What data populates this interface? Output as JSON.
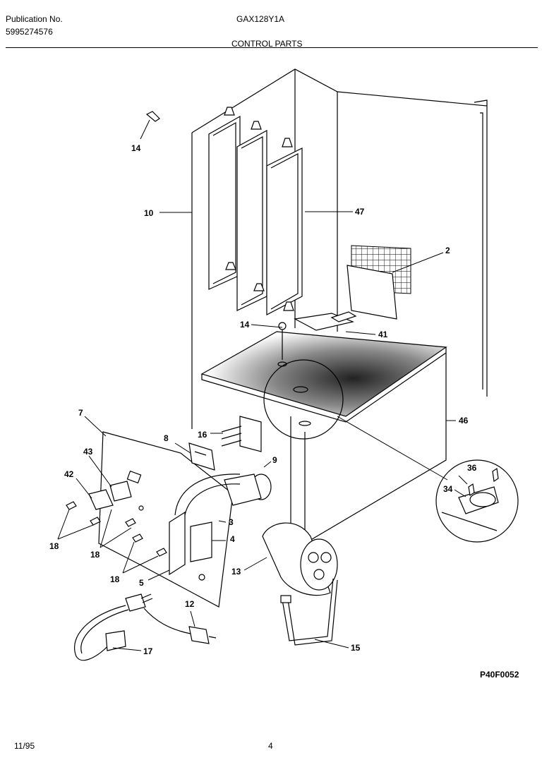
{
  "header": {
    "pub_label": "Publication No.",
    "pub_number": "5995274576",
    "model": "GAX128Y1A",
    "section_title": "CONTROL PARTS"
  },
  "callouts": {
    "c14a": "14",
    "c10": "10",
    "c47": "47",
    "c2": "2",
    "c14b": "14",
    "c41": "41",
    "c46": "46",
    "c16": "16",
    "c7": "7",
    "c8": "8",
    "c9": "9",
    "c43": "43",
    "c42": "42",
    "c3": "3",
    "c4": "4",
    "c36": "36",
    "c34": "34",
    "c18a": "18",
    "c18b": "18",
    "c18c": "18",
    "c5": "5",
    "c13": "13",
    "c12": "12",
    "c17": "17",
    "c15": "15"
  },
  "figure_code": "P40F0052",
  "footer": {
    "date": "11/95",
    "page": "4"
  }
}
